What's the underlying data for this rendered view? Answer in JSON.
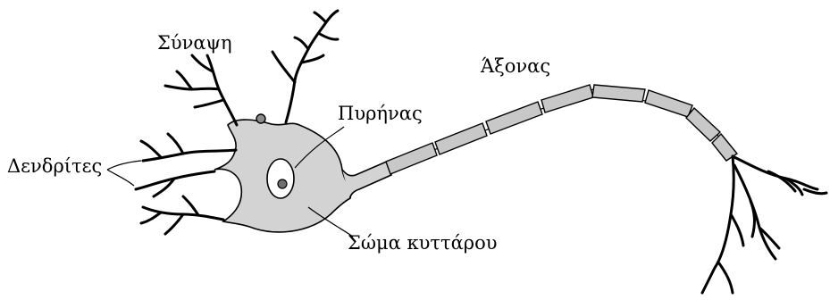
{
  "labels": {
    "synapse": "Σύναψη",
    "axon": "Άξονας",
    "nucleus": "Πυρήνας",
    "dendrites": "Δενδρίτες",
    "soma": "Σώμα κυττάρου"
  },
  "colors": {
    "cell_fill": "#d3d3d3",
    "axon_segment_fill": "#c8c8c8",
    "outline": "#000000",
    "background": "#ffffff"
  }
}
